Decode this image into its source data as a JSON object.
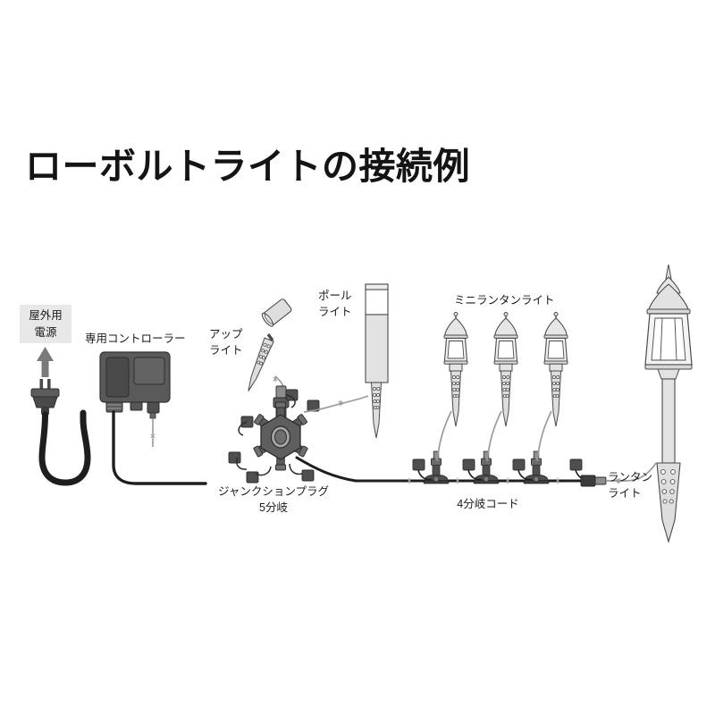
{
  "page": {
    "title": "ローボルトライトの接続例",
    "background_color": "#ffffff",
    "title_color": "#141414"
  },
  "diagram": {
    "name": "low-voltage-light-connection-example",
    "labels": {
      "power_source": {
        "line1": "屋外用",
        "line2": "電源",
        "box_fill": "#e8e8e8"
      },
      "controller": "専用コントローラー",
      "up_light": {
        "line1": "アップ",
        "line2": "ライト"
      },
      "pole_light": {
        "line1": "ポール",
        "line2": "ライト"
      },
      "mini_lantern_light": "ミニランタンライト",
      "lantern_light": {
        "line1": "ランタン",
        "line2": "ライト"
      },
      "junction_plug": {
        "line1": "ジャンクションプラグ",
        "line2": "5分岐"
      },
      "branch_cord": "4分岐コード"
    },
    "colors": {
      "outline": "#4a4a4a",
      "body_light": "#e4e4e4",
      "body_mid": "#c9c9c9",
      "dark_part": "#545454",
      "very_dark": "#3a3a3a",
      "cable_black": "#1e1e1e",
      "cable_gray": "#8c8c8c",
      "arrow": "#7a7a7a"
    },
    "components": [
      {
        "name": "outdoor-power-plug",
        "type": "two-prong-plug",
        "count": 1
      },
      {
        "name": "dedicated-controller",
        "type": "transformer-box",
        "count": 1
      },
      {
        "name": "up-light",
        "type": "spotlight-on-spike",
        "count": 1
      },
      {
        "name": "pole-light",
        "type": "bollard-on-spike",
        "count": 1
      },
      {
        "name": "mini-lantern-light",
        "type": "lantern-on-spike",
        "count": 3
      },
      {
        "name": "lantern-light",
        "type": "large-lantern-on-post",
        "count": 1
      },
      {
        "name": "junction-plug-5way",
        "type": "hex-hub",
        "ports": 5
      },
      {
        "name": "branch-cord-4way",
        "type": "inline-tee-cord",
        "tees": 3
      }
    ]
  }
}
